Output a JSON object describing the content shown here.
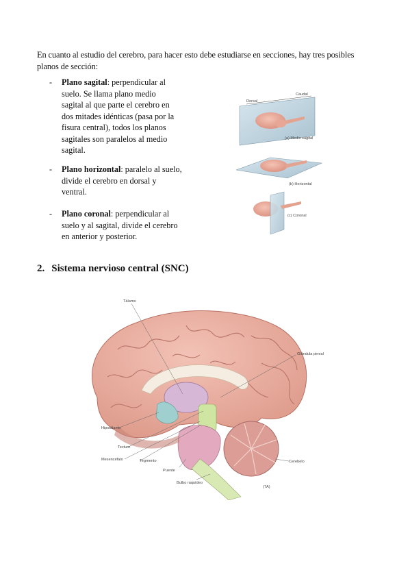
{
  "intro": {
    "text": "En cuanto al estudio del cerebro, para hacer esto debe estudiarse en secciones, hay tres posibles planos de sección:"
  },
  "bullets": [
    {
      "dash": "-",
      "term": "Plano sagital",
      "text": ": perpendicular al suelo. Se llama plano medio sagital al que parte el cerebro en dos mitades idénticas (pasa por la fisura central), todos los planos sagitales son paralelos al medio sagital."
    },
    {
      "dash": "-",
      "term": "Plano horizontal",
      "text": ": paralelo al suelo, divide el cerebro en dorsal y ventral."
    },
    {
      "dash": "-",
      "term": "Plano coronal",
      "text": ": perpendicular al suelo y al sagital, divide el cerebro en anterior y posterior."
    }
  ],
  "plane_figure": {
    "labels": {
      "sagittal": "(a) Medio sagital",
      "horizontal": "(b) Horizontal",
      "coronal": "(c) Coronal",
      "dorsal": "Dorsal",
      "caudal": "Caudal"
    }
  },
  "section": {
    "number": "2.",
    "title": "Sistema nervioso central (SNC)"
  },
  "brain_figure": {
    "labels": {
      "talamo": "Tálamo",
      "glandula_pineal": "Glándula pineal",
      "hipotalamo": "Hipotálamo",
      "tectum": "Tectum",
      "mesencefalo": "Mesencéfalo",
      "tegmento": "Tegmento",
      "cerebelo": "Cerebelo",
      "puente": "Puente",
      "bulbo": "Bulbo raquídeo",
      "figure_ref": "(7A)"
    }
  }
}
